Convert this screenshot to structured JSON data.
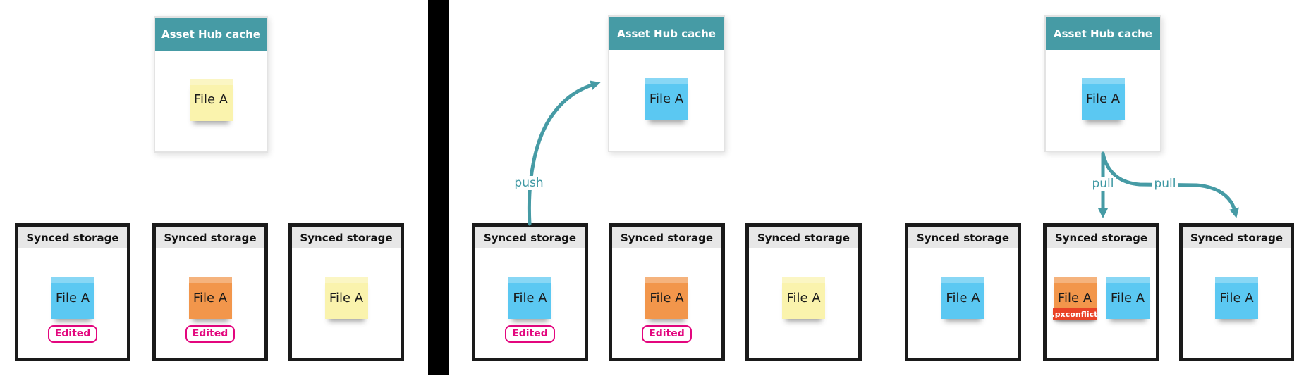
{
  "colors": {
    "teal_header": "#469ba5",
    "arrow_teal": "#469ba5",
    "note_blue": "#5bc8f2",
    "note_orange": "#f2964b",
    "note_yellow": "#faf3ad",
    "badge_pink": "#e3067e",
    "conflict_red": "#e94226",
    "storage_header_gray": "#e7e7e7",
    "storage_border": "#1a1a1a",
    "divider_black": "#000000"
  },
  "panels": {
    "left": {
      "cache": {
        "title": "Asset Hub cache",
        "note": {
          "label": "File A",
          "color": "yellow"
        }
      },
      "storages": [
        {
          "title": "Synced storage",
          "notes": [
            {
              "label": "File A",
              "color": "blue"
            }
          ],
          "badge": "Edited"
        },
        {
          "title": "Synced storage",
          "notes": [
            {
              "label": "File A",
              "color": "orange"
            }
          ],
          "badge": "Edited"
        },
        {
          "title": "Synced storage",
          "notes": [
            {
              "label": "File A",
              "color": "yellow"
            }
          ]
        }
      ]
    },
    "middle": {
      "cache": {
        "title": "Asset Hub cache",
        "note": {
          "label": "File A",
          "color": "blue"
        }
      },
      "arrow": {
        "label": "push"
      },
      "storages": [
        {
          "title": "Synced storage",
          "notes": [
            {
              "label": "File A",
              "color": "blue"
            }
          ],
          "badge": "Edited"
        },
        {
          "title": "Synced storage",
          "notes": [
            {
              "label": "File A",
              "color": "orange"
            }
          ],
          "badge": "Edited"
        },
        {
          "title": "Synced storage",
          "notes": [
            {
              "label": "File A",
              "color": "yellow"
            }
          ]
        }
      ]
    },
    "right": {
      "cache": {
        "title": "Asset Hub cache",
        "note": {
          "label": "File A",
          "color": "blue"
        }
      },
      "arrows": [
        {
          "label": "pull"
        },
        {
          "label": "pull"
        }
      ],
      "storages": [
        {
          "title": "Synced storage",
          "notes": [
            {
              "label": "File A",
              "color": "blue"
            }
          ]
        },
        {
          "title": "Synced storage",
          "notes": [
            {
              "label": "File A",
              "color": "orange",
              "tag": ".pxconflict"
            },
            {
              "label": "File A",
              "color": "blue"
            }
          ]
        },
        {
          "title": "Synced storage",
          "notes": [
            {
              "label": "File A",
              "color": "blue"
            }
          ]
        }
      ]
    }
  }
}
